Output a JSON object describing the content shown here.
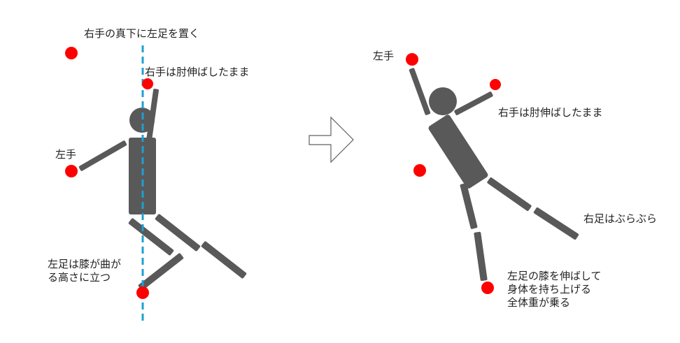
{
  "labels": {
    "left_top": "右手の真下に左足を置く",
    "left_right_hand": "右手は肘伸ばしたまま",
    "left_left_hand": "左手",
    "left_foot_line1": "左足は膝が曲が",
    "left_foot_line2": "る高さに立つ",
    "right_left_hand": "左手",
    "right_right_hand": "右手は肘伸ばしたまま",
    "right_right_foot": "右足はぶらぶら",
    "right_foot_line1": "左足の膝を伸ばして",
    "right_foot_line2": "身体を持ち上げる",
    "right_foot_line3": "全体重が乗る"
  },
  "colors": {
    "body": "#595959",
    "hold": "#ff0000",
    "guide": "#1ea0d2",
    "arrow_stroke": "#606060"
  },
  "icons": {
    "transition": "right-arrow-icon"
  }
}
